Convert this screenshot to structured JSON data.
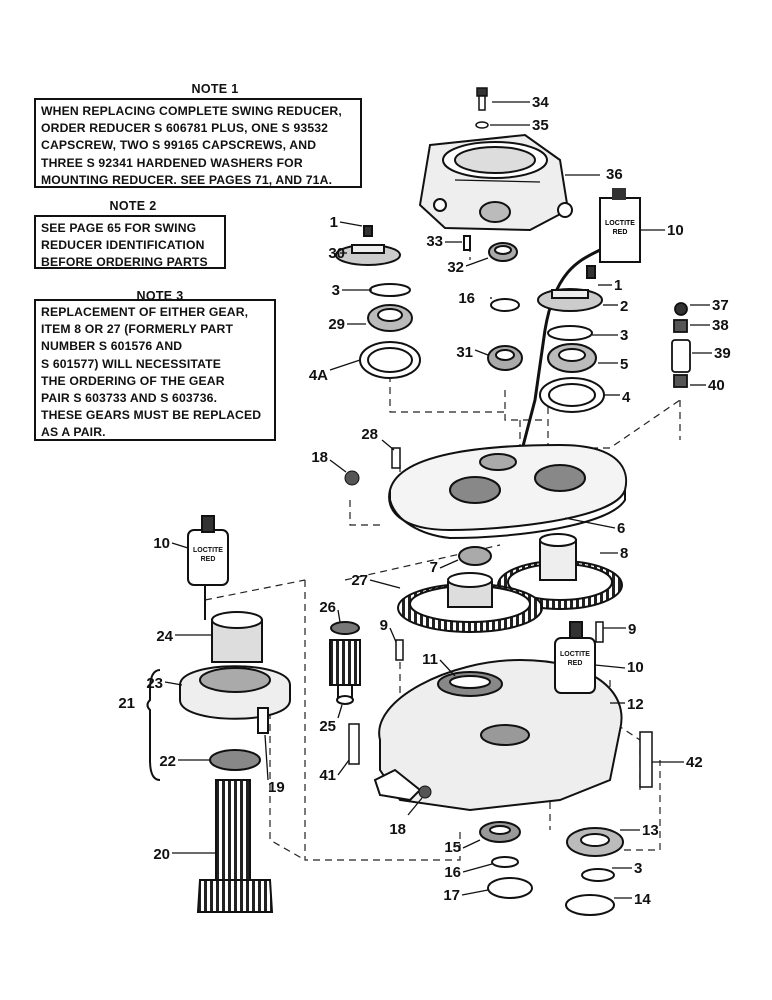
{
  "notes": [
    {
      "title": "NOTE 1",
      "lines": [
        "WHEN REPLACING COMPLETE SWING REDUCER,",
        "ORDER  REDUCER S 606781 PLUS, ONE S 93532",
        "CAPSCREW, TWO S 99165 CAPSCREWS, AND",
        "THREE S 92341 HARDENED WASHERS FOR",
        "MOUNTING REDUCER.  SEE PAGES 71, AND 71A."
      ]
    },
    {
      "title": "NOTE 2",
      "lines": [
        "SEE PAGE 65 FOR SWING",
        "REDUCER IDENTIFICATION",
        "BEFORE ORDERING PARTS"
      ]
    },
    {
      "title": "NOTE 3",
      "lines": [
        "REPLACEMENT OF EITHER GEAR,",
        "ITEM 8 OR 27 (FORMERLY PART",
        "NUMBER S 601576 AND",
        "S 601577) WILL NECESSITATE",
        "THE ORDERING OF THE GEAR",
        "PAIR S 603733 AND S 603736.",
        "THESE GEARS MUST BE REPLACED",
        "AS A PAIR."
      ]
    }
  ],
  "callouts": [
    "34",
    "35",
    "36",
    "1",
    "33",
    "10",
    "30",
    "32",
    "1",
    "3",
    "16",
    "2",
    "37",
    "38",
    "29",
    "3",
    "31",
    "5",
    "39",
    "4A",
    "4",
    "40",
    "28",
    "18",
    "6",
    "8",
    "10",
    "7",
    "27",
    "26",
    "9",
    "9",
    "24",
    "11",
    "10",
    "23",
    "21",
    "12",
    "25",
    "41",
    "42",
    "22",
    "19",
    "18",
    "13",
    "20",
    "15",
    "16",
    "3",
    "17",
    "14"
  ],
  "bottle_label": "LOCTITE\nRED"
}
